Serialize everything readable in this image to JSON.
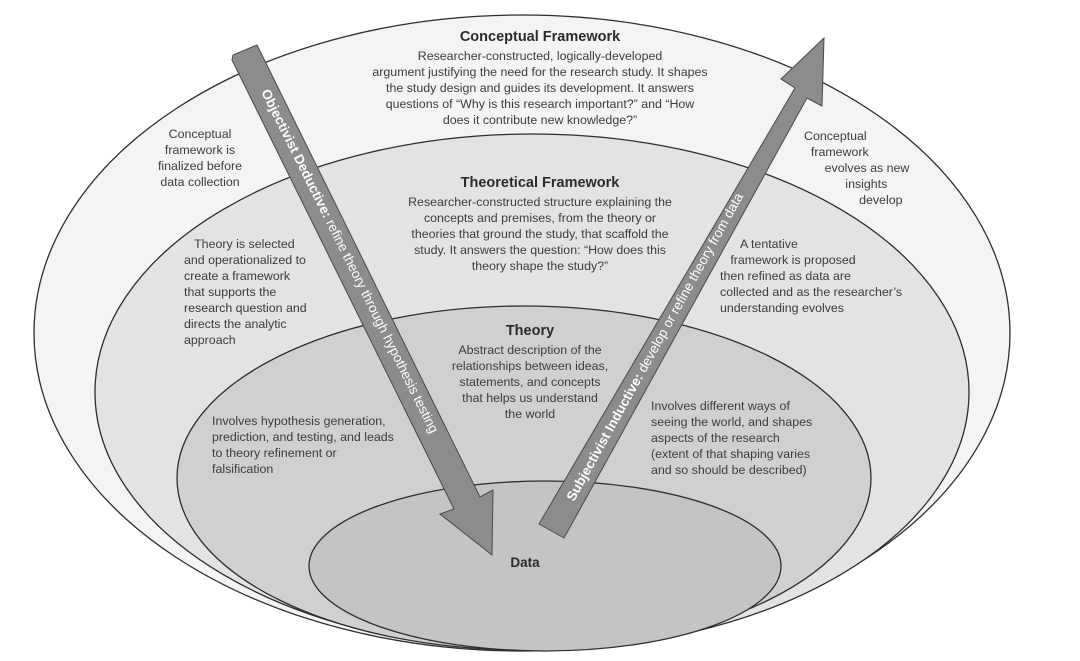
{
  "diagram": {
    "conceptual": {
      "title": "Conceptual Framework",
      "description": "Researcher-constructed, logically-developed\nargument justifying the need for the research study. It shapes\nthe study design and guides its development. It answers\nquestions of “Why is this research important?” and “How\ndoes it contribute new knowledge?”",
      "left_note": "Conceptual\nframework is\nfinalized before\ndata collection",
      "right_note": "Conceptual\n  framework\n      evolves as new\n            insights\n                develop"
    },
    "theoretical": {
      "title": "Theoretical Framework",
      "description": "Researcher-constructed structure explaining the\nconcepts and premises, from the theory or\ntheories that ground the study, that scaffold the\nstudy. It answers the question: “How does this\ntheory shape the study?”",
      "left_note": "   Theory is selected\nand operationalized to\ncreate a framework\nthat supports the\nresearch question and\ndirects the analytic\napproach",
      "right_note": "      A tentative\n   framework is proposed\nthen refined as data are\ncollected and as the researcher’s\nunderstanding evolves"
    },
    "theory": {
      "title": "Theory",
      "description": "Abstract description of the\nrelationships between ideas,\nstatements, and concepts\nthat helps us understand\nthe world",
      "left_note": "Involves hypothesis generation,\nprediction, and testing, and leads\nto theory refinement or\nfalsification",
      "right_note": "Involves different ways of\nseeing the world, and shapes\naspects of the research\n(extent of that shaping varies\nand so should be described)"
    },
    "data": {
      "title": "Data"
    },
    "arrows": {
      "deductive": {
        "label_bold": "Objectivist Deductive:",
        "label_rest": " refine theory through hypothesis testing",
        "direction": "down"
      },
      "inductive": {
        "label_bold": "Subjectivist Inductive:",
        "label_rest": " develop or refine theory from data",
        "direction": "up"
      }
    },
    "colors": {
      "outer_fill": "#f4f4f4",
      "theoretical_fill": "#e2e3e5",
      "theory_fill": "#d0d0d2",
      "data_fill": "#c4c4c6",
      "stroke": "#2e2e2e",
      "arrow_fill": "#8c8c8e",
      "arrow_stroke": "#4a4a4a"
    }
  }
}
